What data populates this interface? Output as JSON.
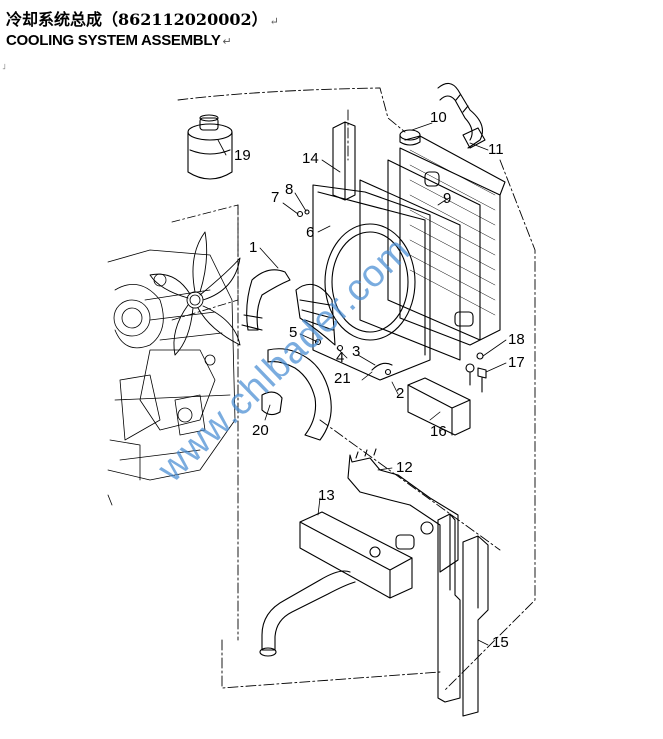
{
  "title": {
    "chinese": "冷却系统总成（862112020002）",
    "english": "COOLING SYSTEM ASSEMBLY",
    "paragraph_mark": "↵"
  },
  "watermark": "www.chlbader.com",
  "colors": {
    "line": "#000000",
    "watermark": "#4a8fd6"
  },
  "callouts": {
    "c1": "1",
    "c2": "2",
    "c3": "3",
    "c4": "4",
    "c5": "5",
    "c6": "6",
    "c7": "7",
    "c8": "8",
    "c9": "9",
    "c10": "10",
    "c11": "11",
    "c12": "12",
    "c13": "13",
    "c14": "14",
    "c15": "15",
    "c16": "16",
    "c17": "17",
    "c18": "18",
    "c19": "19",
    "c20": "20",
    "c21": "21"
  }
}
